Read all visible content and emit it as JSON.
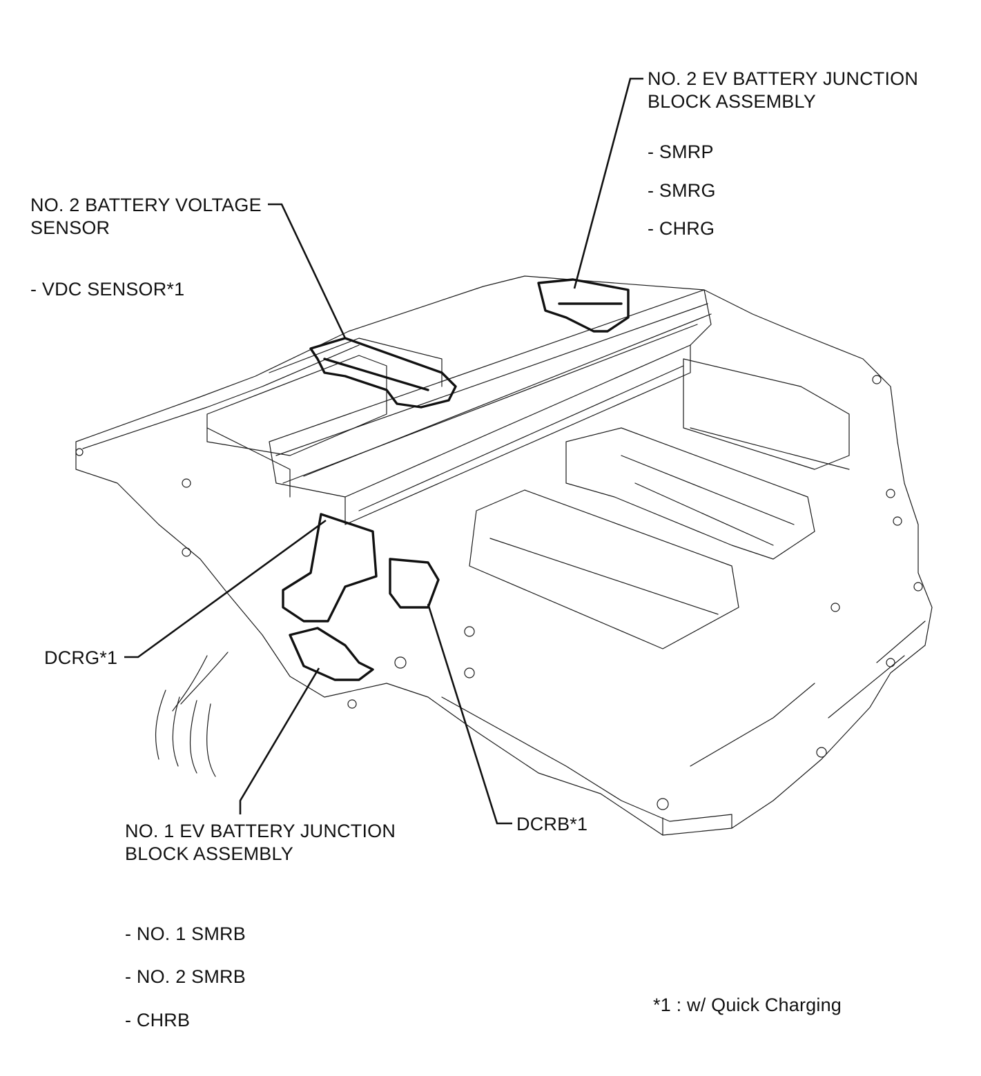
{
  "labels": {
    "ev2_junction": {
      "title_line1": "NO. 2 EV BATTERY JUNCTION",
      "title_line2": "BLOCK ASSEMBLY",
      "items": [
        "- SMRP",
        "- SMRG",
        "- CHRG"
      ]
    },
    "voltage_sensor": {
      "title_line1": "NO. 2 BATTERY VOLTAGE",
      "title_line2": "SENSOR",
      "items": [
        "- VDC SENSOR*1"
      ]
    },
    "dcrg": "DCRG*1",
    "dcrb": "DCRB*1",
    "ev1_junction": {
      "title_line1": "NO. 1 EV BATTERY JUNCTION",
      "title_line2": "BLOCK ASSEMBLY",
      "items": [
        "- NO. 1 SMRB",
        "- NO. 2 SMRB",
        "- CHRB"
      ]
    },
    "footnote": "*1 : w/ Quick Charging"
  }
}
